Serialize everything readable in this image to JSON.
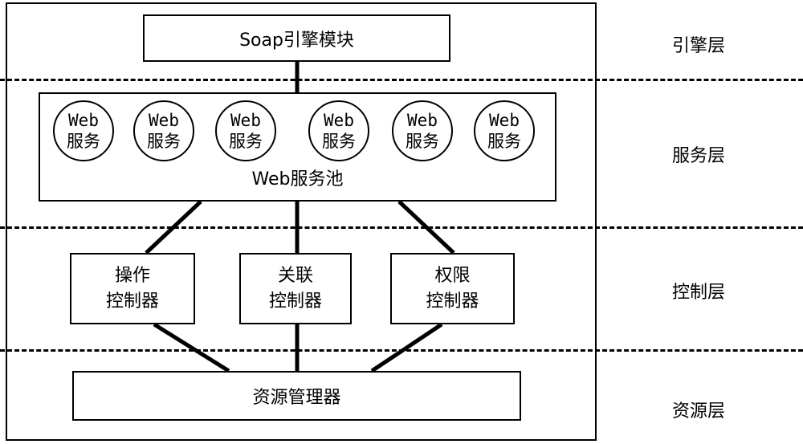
{
  "engine_module": "Soap引擎模块",
  "services": [
    {
      "top": "Web",
      "bottom": "服务"
    },
    {
      "top": "Web",
      "bottom": "服务"
    },
    {
      "top": "Web",
      "bottom": "服务"
    },
    {
      "top": "Web",
      "bottom": "服务"
    },
    {
      "top": "Web",
      "bottom": "服务"
    },
    {
      "top": "Web",
      "bottom": "服务"
    }
  ],
  "service_pool": "Web服务池",
  "controllers": [
    {
      "line1": "操作",
      "line2": "控制器"
    },
    {
      "line1": "关联",
      "line2": "控制器"
    },
    {
      "line1": "权限",
      "line2": "控制器"
    }
  ],
  "resource_manager": "资源管理器",
  "layers": {
    "engine": "引擎层",
    "service": "服务层",
    "control": "控制层",
    "resource": "资源层"
  }
}
